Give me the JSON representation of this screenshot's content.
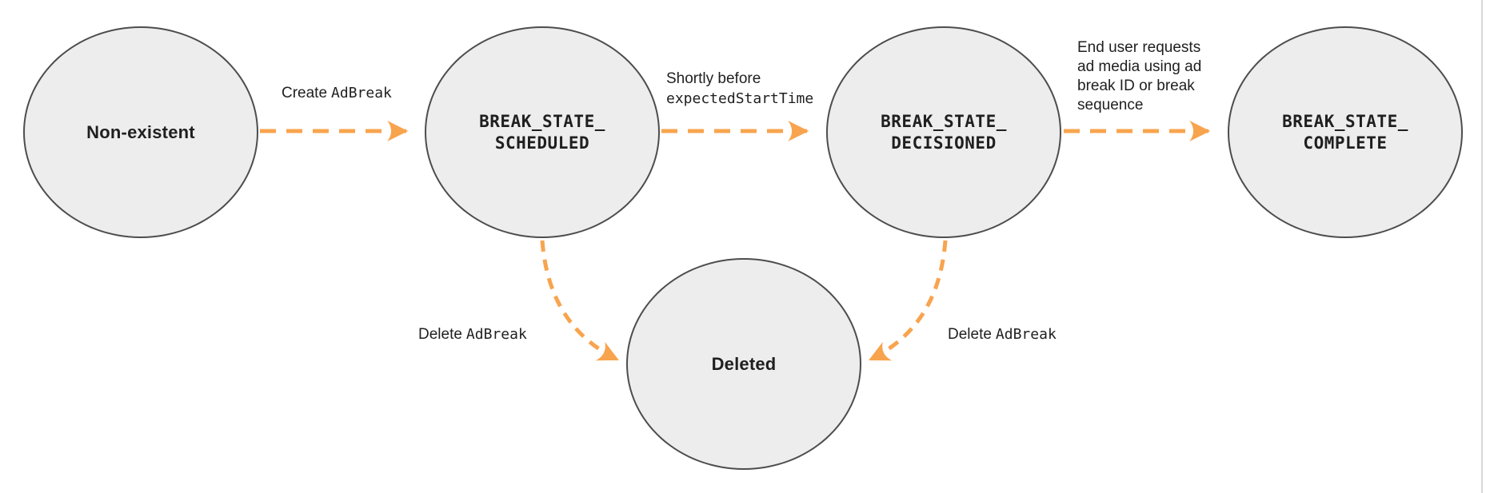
{
  "diagram": {
    "states": {
      "non_existent": {
        "label": "Non-existent"
      },
      "scheduled": {
        "line1": "BREAK_STATE_",
        "line2": "SCHEDULED"
      },
      "decisioned": {
        "line1": "BREAK_STATE_",
        "line2": "DECISIONED"
      },
      "complete": {
        "line1": "BREAK_STATE_",
        "line2": "COMPLETE"
      },
      "deleted": {
        "label": "Deleted"
      }
    },
    "transitions": {
      "create": {
        "text": "Create",
        "code": "AdBreak"
      },
      "decision": {
        "line1": "Shortly before",
        "code": "expectedStartTime"
      },
      "complete": {
        "lines": [
          "End user requests",
          "ad media using ad",
          "break ID or break",
          "sequence"
        ]
      },
      "delete_left": {
        "text": "Delete",
        "code": "AdBreak"
      },
      "delete_right": {
        "text": "Delete",
        "code": "AdBreak"
      }
    },
    "colors": {
      "accent": "#F8A44E",
      "node_fill": "#EDEDED",
      "node_stroke": "#4D4D4D",
      "text": "#1F1F1F",
      "divider": "#D8D8D8"
    }
  }
}
